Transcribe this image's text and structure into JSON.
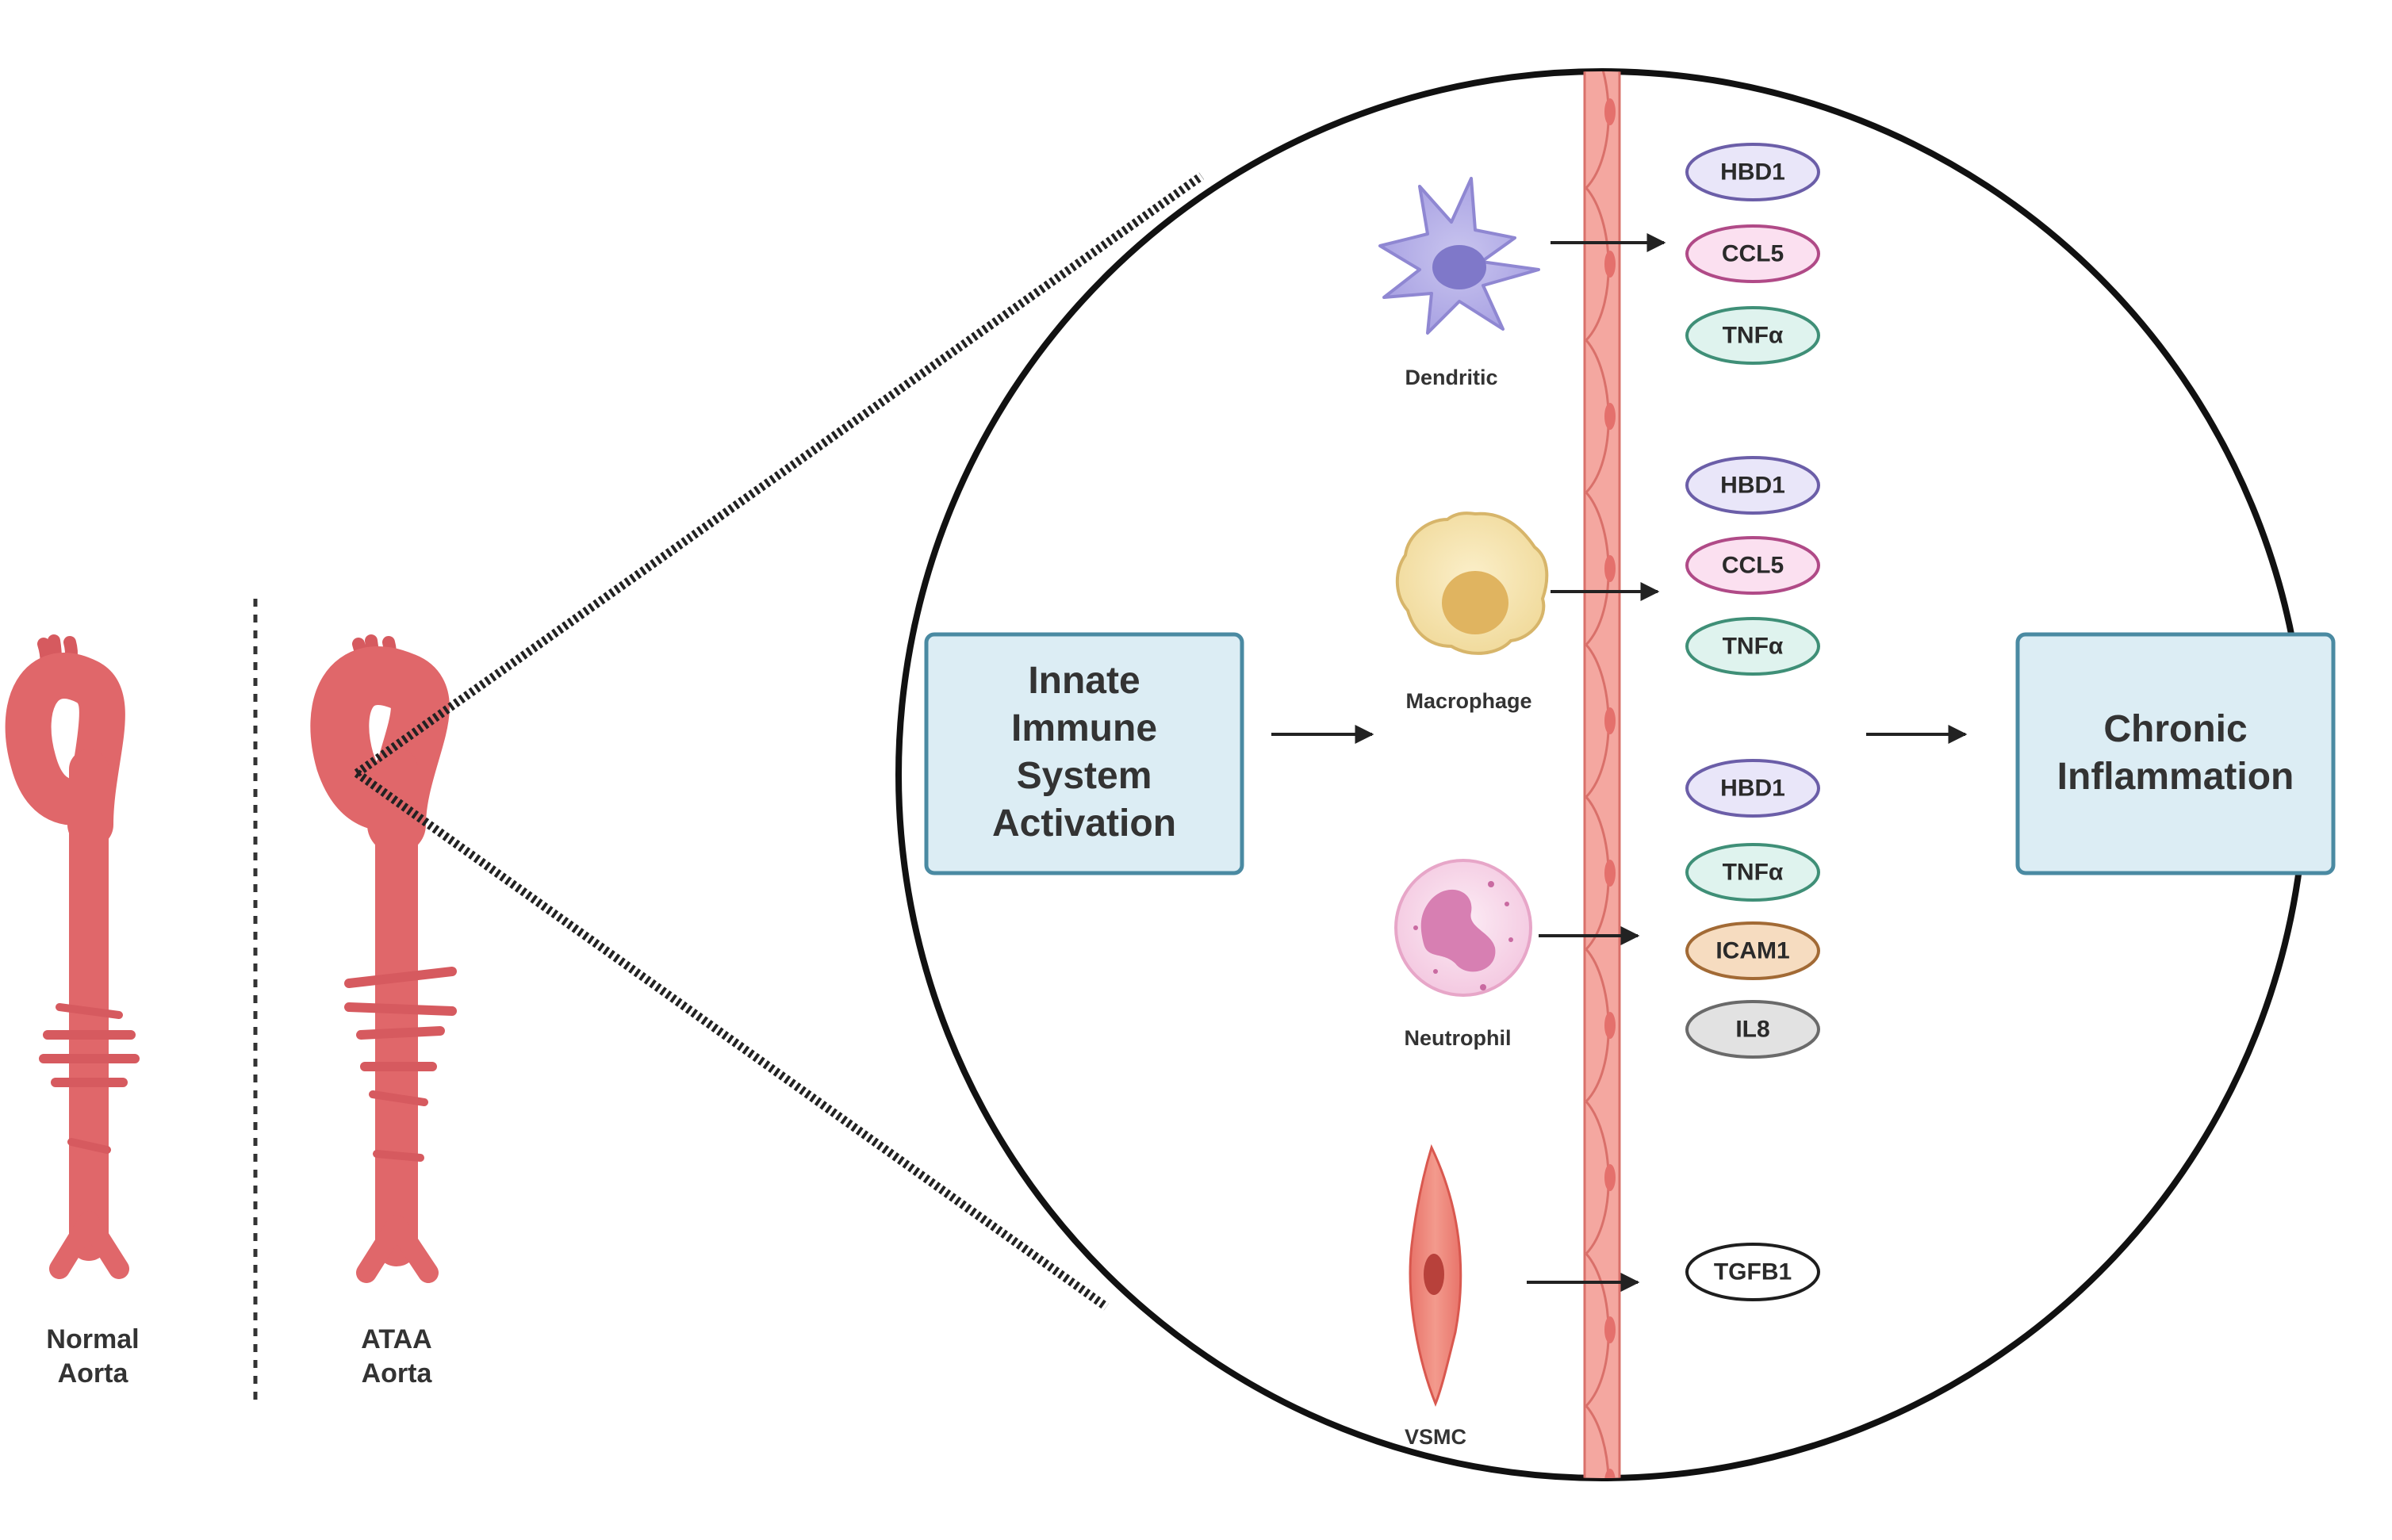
{
  "aortas": {
    "normal": {
      "line1": "Normal",
      "line2": "Aorta"
    },
    "ataa": {
      "line1": "ATAA",
      "line2": "Aorta"
    }
  },
  "boxes": {
    "innate": [
      "Innate",
      "Immune",
      "System",
      "Activation"
    ],
    "chronic": [
      "Chronic",
      "Inflammation"
    ]
  },
  "cells": {
    "dendritic": "Dendritic",
    "macrophage": "Macrophage",
    "neutrophil": "Neutrophil",
    "vsmc": "VSMC"
  },
  "markers": {
    "dendritic": [
      "HBD1",
      "CCL5",
      "TNFα"
    ],
    "macrophage": [
      "HBD1",
      "CCL5",
      "TNFα"
    ],
    "neutrophil": [
      "HBD1",
      "TNFα",
      "ICAM1",
      "IL8"
    ],
    "vsmc": [
      "TGFB1"
    ]
  },
  "colors": {
    "HBD1": {
      "fill": "#e9e6f9",
      "stroke": "#6b5ea8"
    },
    "CCL5": {
      "fill": "#fbe0f0",
      "stroke": "#b04a87"
    },
    "TNFα": {
      "fill": "#dff3ee",
      "stroke": "#3f8f77"
    },
    "ICAM1": {
      "fill": "#f6dcc0",
      "stroke": "#a26a35"
    },
    "IL8": {
      "fill": "#e2e2e2",
      "stroke": "#6a6a6a"
    },
    "TGFB1": {
      "fill": "#ffffff",
      "stroke": "#1e1e1e"
    },
    "box_fill": "#dcedf4",
    "box_stroke": "#4a8aa2",
    "aorta": "#e0676a",
    "endothelium": "#f4a7a0"
  }
}
